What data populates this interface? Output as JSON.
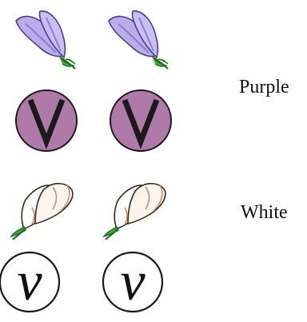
{
  "rows": [
    {
      "phenotype": "Purple",
      "allele": "V",
      "flower_color": "#b4a8e6",
      "flower_vein": "#6b5cc4",
      "allele_fill": "#b07aa8"
    },
    {
      "phenotype": "White",
      "allele": "v",
      "flower_color": "#ffffff",
      "flower_vein": "#b08060",
      "allele_fill": "#ffffff"
    }
  ],
  "icons": {
    "flower": "flower-icon",
    "stem": "stem-icon"
  }
}
